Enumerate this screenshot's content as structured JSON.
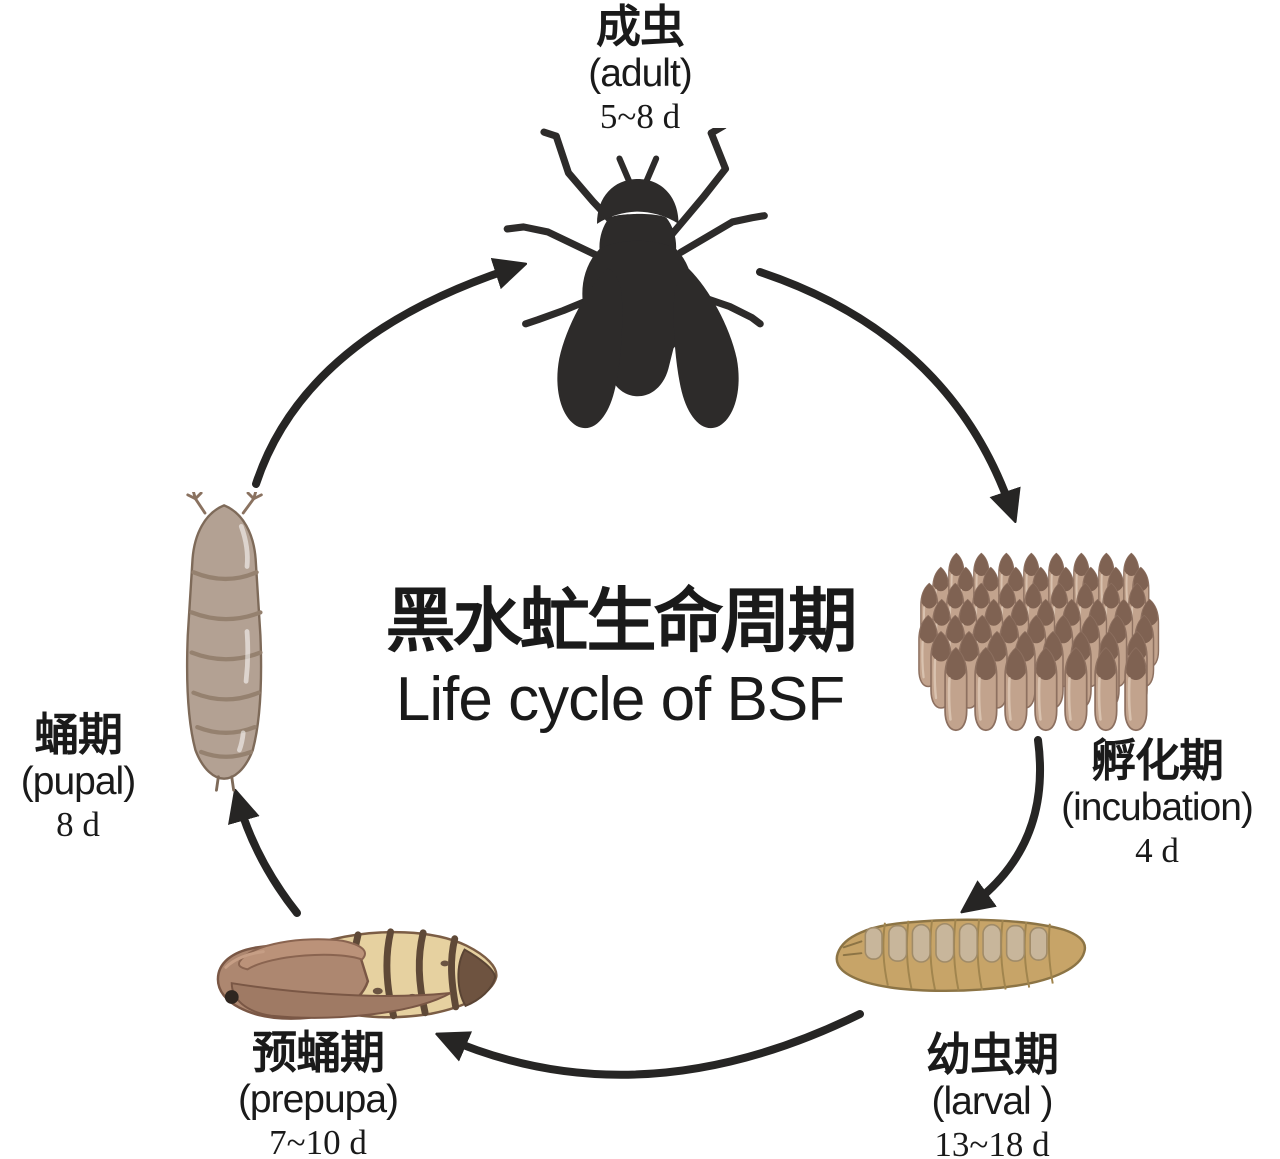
{
  "title": {
    "zh": "黑水虻生命周期",
    "en": "Life cycle of BSF"
  },
  "stages": [
    {
      "id": "adult",
      "zh": "成虫",
      "en": "(adult)",
      "duration": "5~8 d"
    },
    {
      "id": "incubation",
      "zh": "孵化期",
      "en": "(incubation)",
      "duration": "4 d"
    },
    {
      "id": "larval",
      "zh": "幼虫期",
      "en": "(larval )",
      "duration": "13~18 d"
    },
    {
      "id": "prepupa",
      "zh": "预蛹期",
      "en": "(prepupa)",
      "duration": "7~10 d"
    },
    {
      "id": "pupal",
      "zh": "蛹期",
      "en": "(pupal)",
      "duration": "8 d"
    }
  ],
  "cycle_order": [
    "adult",
    "incubation",
    "larval",
    "prepupa",
    "pupal"
  ],
  "figures": [
    {
      "name": "adult-fly-silhouette-illustration"
    },
    {
      "name": "egg-cluster-illustration"
    },
    {
      "name": "larva-illustration"
    },
    {
      "name": "prepupa-illustration"
    },
    {
      "name": "pupa-illustration"
    }
  ],
  "palette": {
    "background": "#ffffff",
    "ink": "#262524",
    "fly_silhouette": "#2d2b2a",
    "egg_body": "#c2a38d",
    "egg_tip": "#7f6252",
    "larva_body": "#c7a468",
    "prepupa_head": "#ad8770",
    "prepupa_abdomen": "#e6d1a0",
    "pupa_body": "#b3a193"
  }
}
